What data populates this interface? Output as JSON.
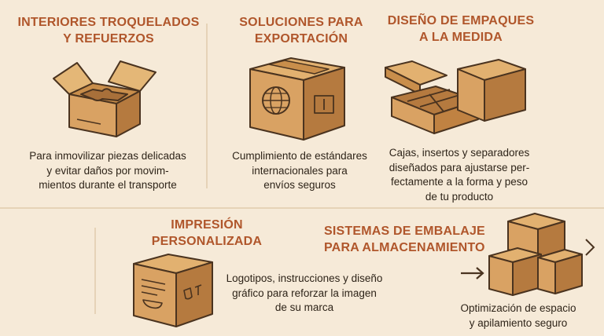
{
  "sections": [
    {
      "title_lines": [
        "INTERIORES TROQUELADOS",
        "Y REFUERZOS"
      ],
      "desc_lines": [
        "Para inmovilizar piezas delicadas",
        "y evitar daños por movim-",
        "mientos durante el transporte"
      ]
    },
    {
      "title_lines": [
        "SOLUCIONES PARA",
        "EXPORTACIÓN"
      ],
      "desc_lines": [
        "Cumplimiento de estándares",
        "internacionales para",
        "envíos seguros"
      ]
    },
    {
      "title_lines": [
        "DISEÑO DE EMPAQUES",
        "A LA MEDIDA"
      ],
      "desc_lines": [
        "Cajas, insertos y separadores",
        "diseñados para ajustarse per-",
        "fectamente a la forma y peso",
        "de tu producto"
      ]
    },
    {
      "title_lines": [
        "IMPRESIÓN",
        "PERSONALIZADA"
      ],
      "desc_lines": [
        "Logotipos, instrucciones y diseño",
        "gráfico para reforzar la imagen",
        "de su marca"
      ]
    },
    {
      "title_lines": [
        "SISTEMAS DE EMBALAJE",
        "PARA ALMACENAMIENTO"
      ],
      "desc_lines": [
        "Optimización de espacio",
        "y apilamiento seguro"
      ]
    }
  ],
  "colors": {
    "background": "#f6ead8",
    "title": "#b0562b",
    "box_light": "#dca867",
    "box_mid": "#c98e4b",
    "box_dark": "#a8703a",
    "outline": "#4a331f"
  },
  "icons": [
    "open-box-insert-icon",
    "globe-box-icon",
    "mailer-box-icon",
    "printed-box-icon",
    "stacked-boxes-icon",
    "arrow-right-icon",
    "chevron-right-icon"
  ]
}
